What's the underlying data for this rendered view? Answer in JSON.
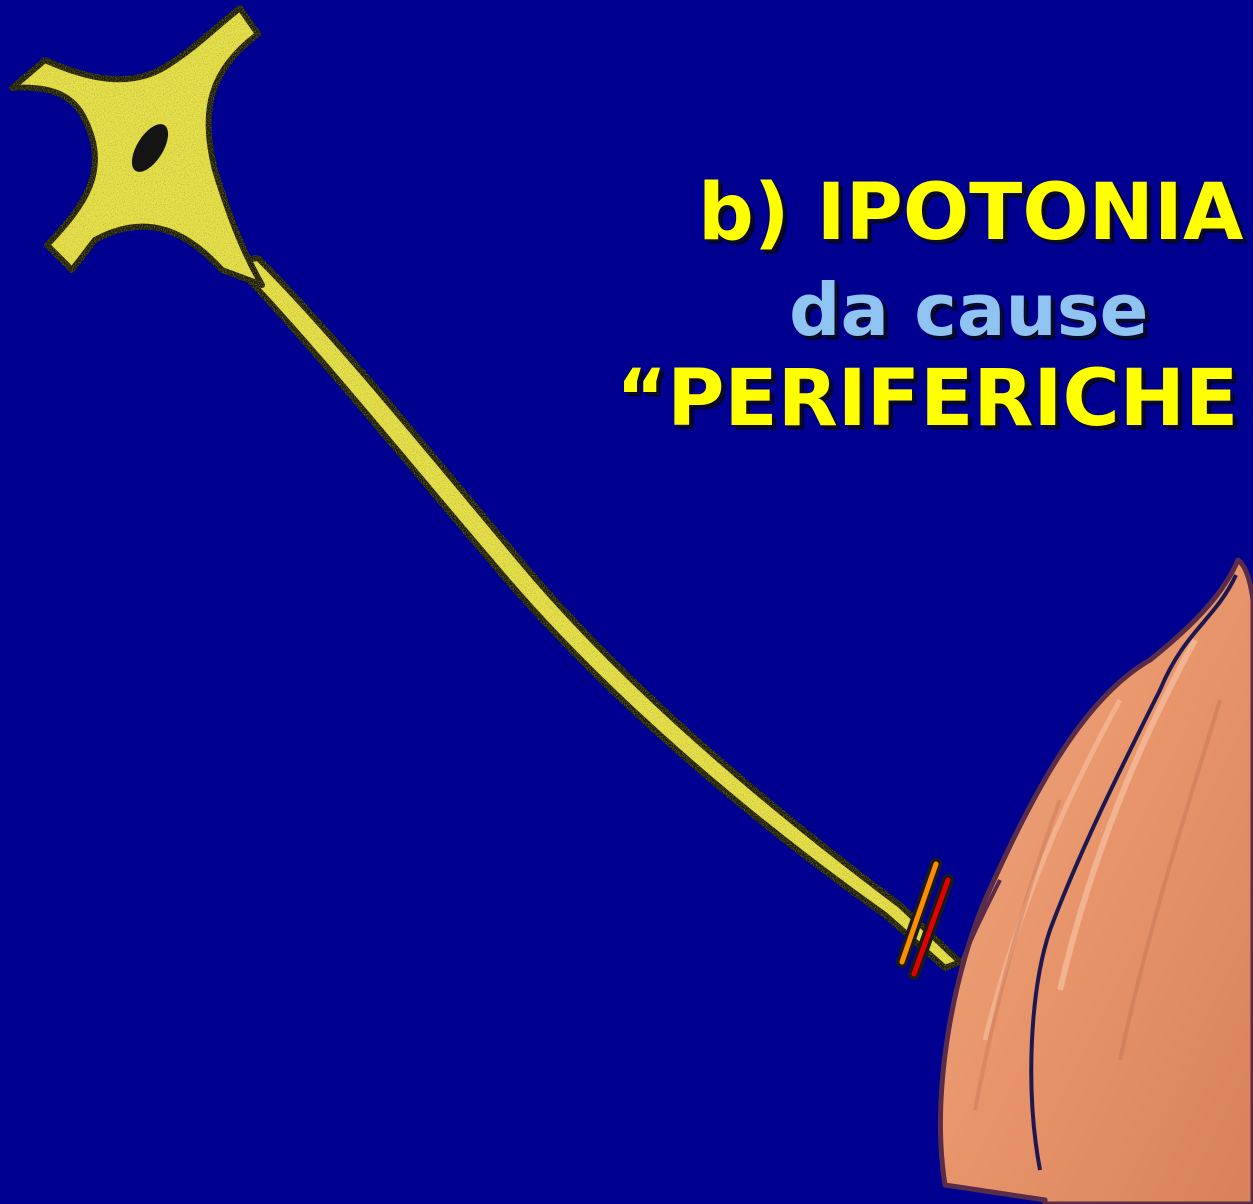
{
  "slide": {
    "background_color": "#000090",
    "title": {
      "line1": "b) IPOTONIA",
      "line2": "da cause",
      "line3": "“PERIFERICHE"
    },
    "colors": {
      "title_primary": "#ffff00",
      "title_secondary": "#8ec3f2",
      "neuron": "#e7e14a",
      "muscle": "#e8946a",
      "marker_orange": "#ff8c00",
      "marker_red": "#e10000"
    },
    "illustration": {
      "neuron_icon": "motor-neuron-icon",
      "muscle_icon": "muscle-icon",
      "lesion_icon": "lesion-markers-icon"
    }
  }
}
